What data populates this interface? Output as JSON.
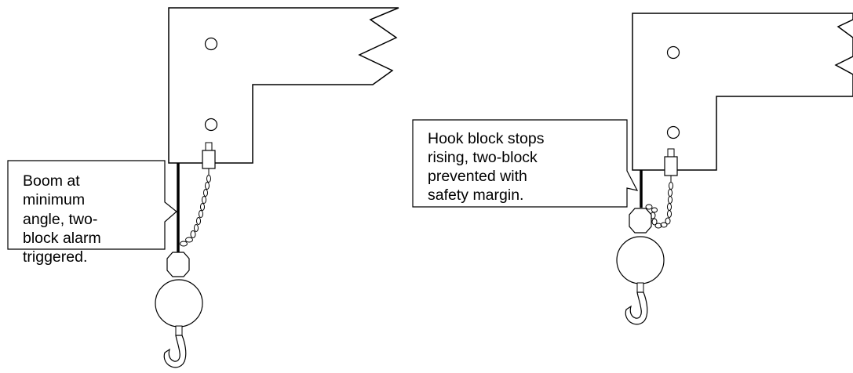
{
  "panels": [
    {
      "id": "left",
      "callout_lines": [
        "Boom at",
        "minimum",
        "angle, two-",
        "block alarm",
        "triggered."
      ]
    },
    {
      "id": "right",
      "callout_lines": [
        "Hook block stops",
        "rising, two-block",
        "prevented with",
        "safety margin."
      ]
    }
  ]
}
